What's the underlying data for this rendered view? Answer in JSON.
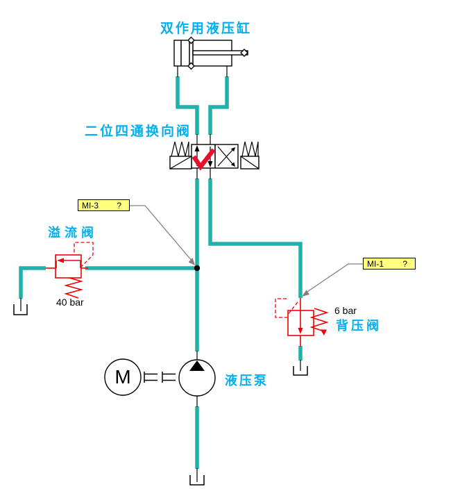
{
  "diagram": {
    "cylinder_label": "双作用液压缸",
    "valve_label": "二位四通换向阀",
    "relief_valve_label": "溢流阀",
    "relief_valve_pressure": "40 bar",
    "back_pressure_valve_label": "背压阀",
    "back_pressure_valve_pressure": "6 bar",
    "pump_label": "液压泵",
    "motor_letter": "M"
  },
  "measurements": {
    "mi3": {
      "id": "MI-3",
      "value": "?"
    },
    "mi1": {
      "id": "MI-1",
      "value": "?"
    }
  },
  "colors": {
    "pipe": "#20b2aa",
    "label": "#00b0f0",
    "component": "#f00000",
    "check": "#e8112d",
    "measure-bg": "#ffff80",
    "leader": "#808080"
  }
}
